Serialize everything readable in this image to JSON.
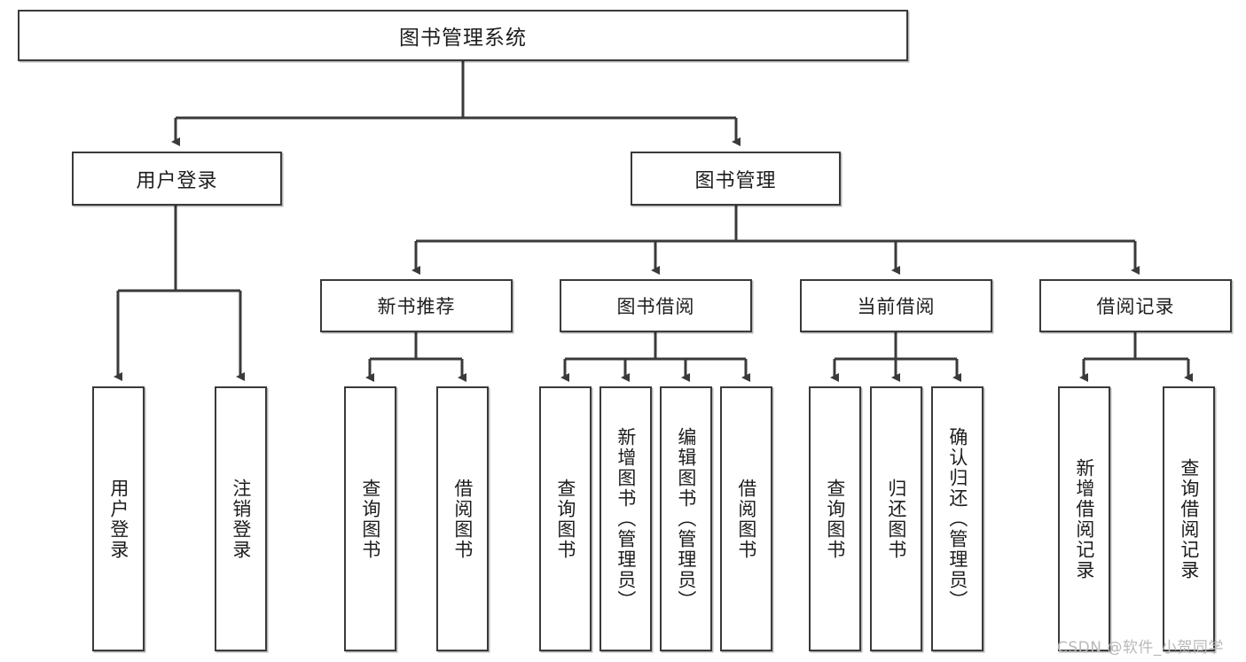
{
  "diagram": {
    "title": "图书管理系统",
    "type": "tree-hierarchy",
    "root": {
      "label": "图书管理系统"
    },
    "level1": [
      {
        "label": "用户登录"
      },
      {
        "label": "图书管理"
      }
    ],
    "level2": [
      {
        "label": "新书推荐"
      },
      {
        "label": "图书借阅"
      },
      {
        "label": "当前借阅"
      },
      {
        "label": "借阅记录"
      }
    ],
    "leaves": {
      "user_login": [
        {
          "label": "用户登录"
        },
        {
          "label": "注销登录"
        }
      ],
      "new_book_recommend": [
        {
          "label": "查询图书"
        },
        {
          "label": "借阅图书"
        }
      ],
      "book_borrow": [
        {
          "label": "查询图书"
        },
        {
          "label": "新增图书（管理员）"
        },
        {
          "label": "编辑图书（管理员）"
        },
        {
          "label": "借阅图书"
        }
      ],
      "current_borrow": [
        {
          "label": "查询图书"
        },
        {
          "label": "归还图书"
        },
        {
          "label": "确认归还（管理员）"
        }
      ],
      "borrow_record": [
        {
          "label": "新增借阅记录"
        },
        {
          "label": "查询借阅记录"
        }
      ]
    }
  },
  "watermark": {
    "text": "CSDN @软件_小贺同学"
  },
  "colors": {
    "stroke": "#3a3a3a",
    "fill": "#ffffff",
    "text": "#1d1d1d",
    "watermark": "#b9b9b9"
  }
}
